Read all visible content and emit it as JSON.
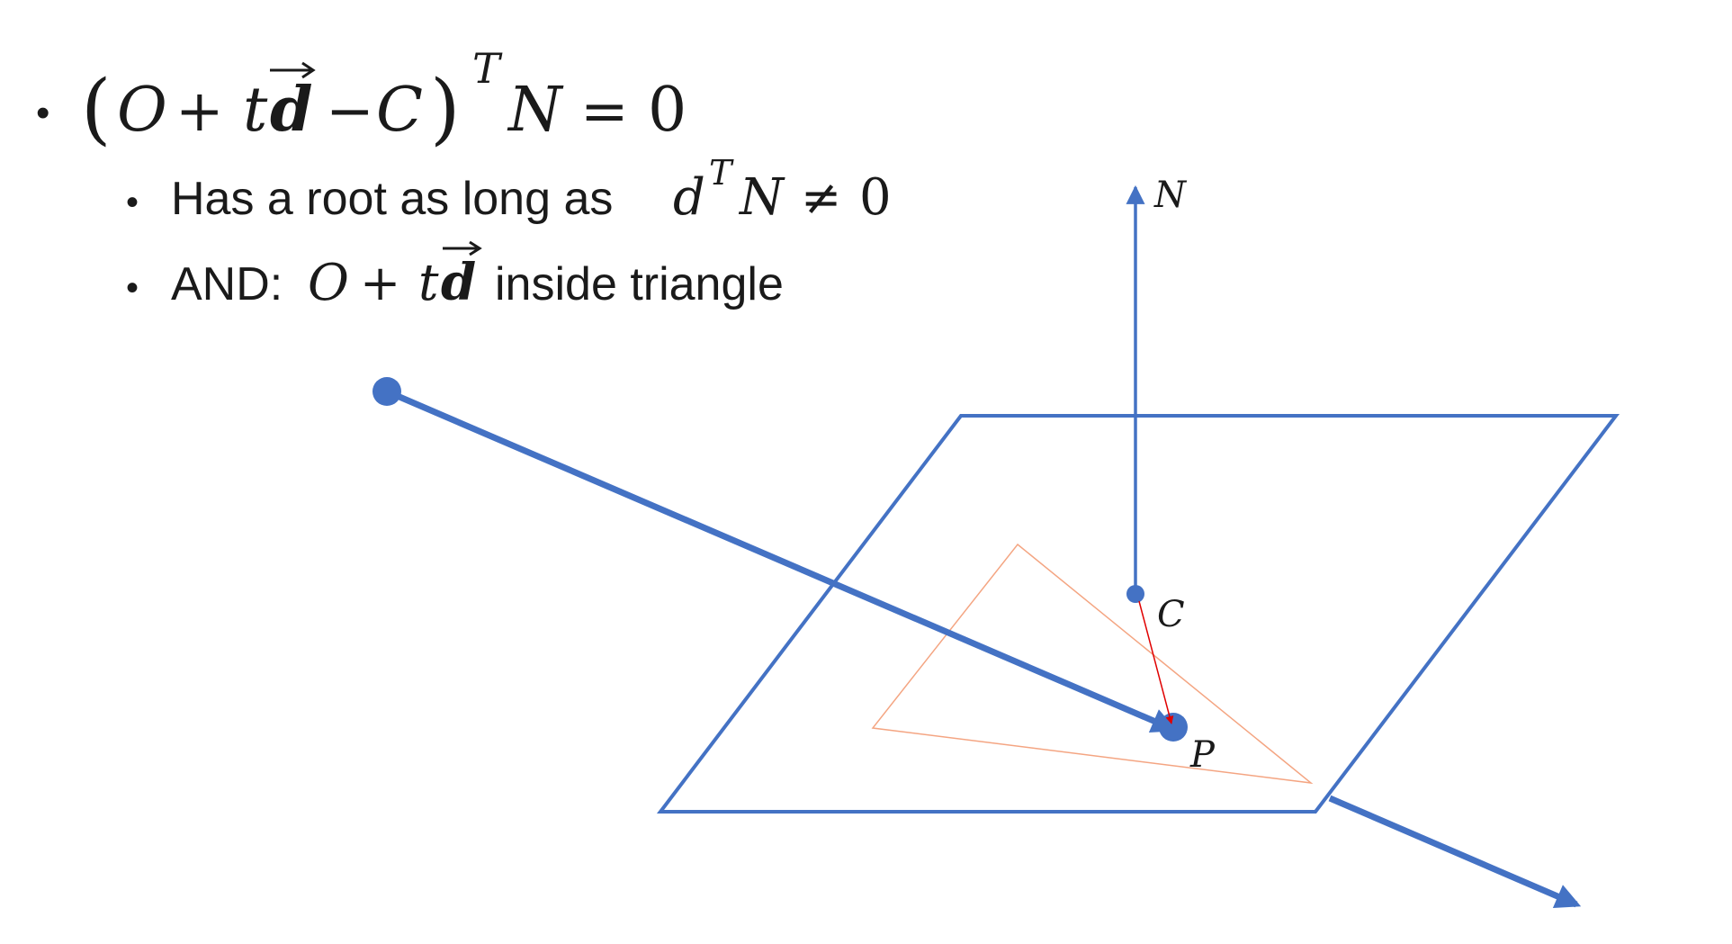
{
  "equation": {
    "bullet": "•",
    "open_paren": "(",
    "O": "O",
    "plus": "+",
    "t": "t",
    "d": "d",
    "arrow": "⃗",
    "minus": "−",
    "C": "C",
    "close_paren": ")",
    "T": "T",
    "N": "N",
    "eq": "=",
    "zero": "0"
  },
  "sub_bullets": [
    {
      "bullet": "•",
      "text": "Has a root as long as",
      "d": "d",
      "T": "T",
      "N": "N",
      "neq": "≠",
      "zero": "0"
    },
    {
      "bullet": "•",
      "text_before": "AND:",
      "O": "O",
      "plus": "+",
      "t": "t",
      "d": "d",
      "text_after": "inside triangle"
    }
  ],
  "diagram": {
    "labels": {
      "normal": "N",
      "center": "C",
      "point": "P"
    },
    "colors": {
      "blue": "#4472c4",
      "orange": "#f4a582",
      "red": "#e00000"
    }
  }
}
